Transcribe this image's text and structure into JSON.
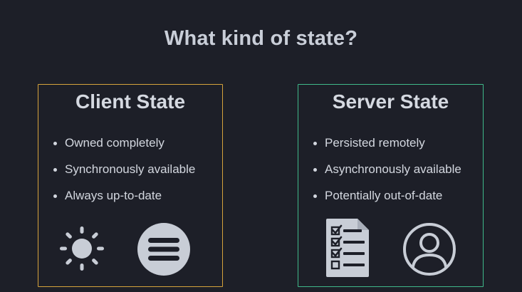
{
  "heading": "What kind of state?",
  "client": {
    "title": "Client State",
    "items": [
      "Owned completely",
      "Synchronously available",
      "Always up-to-date"
    ],
    "icons": [
      "sun-icon",
      "database-menu-icon"
    ],
    "border_color": "#d6a33c"
  },
  "server": {
    "title": "Server State",
    "items": [
      "Persisted remotely",
      "Asynchronously available",
      "Potentially out-of-date"
    ],
    "icons": [
      "checklist-document-icon",
      "user-avatar-icon"
    ],
    "border_color": "#3fb98a"
  },
  "colors": {
    "background": "#1d1f28",
    "icon": "#c8cdd6"
  }
}
